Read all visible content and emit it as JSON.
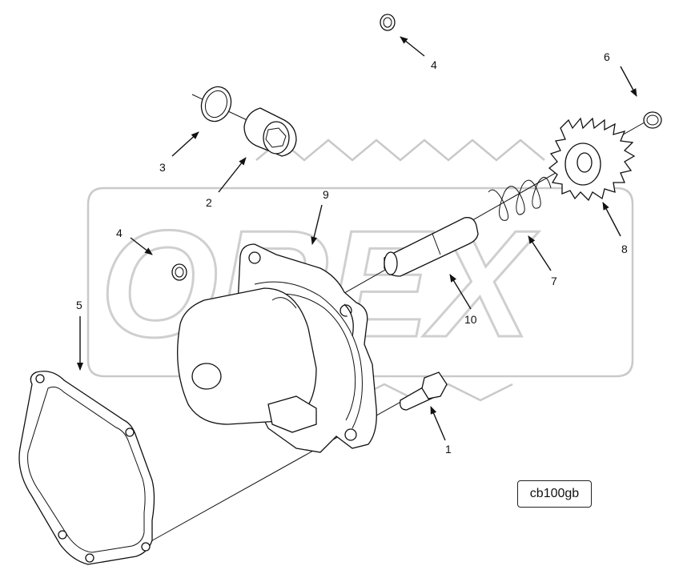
{
  "diagram_ref": "cb100gb",
  "watermark": "OREX",
  "callouts": [
    {
      "id": "1",
      "text": "1"
    },
    {
      "id": "2",
      "text": "2"
    },
    {
      "id": "3",
      "text": "3"
    },
    {
      "id": "4a",
      "text": "4"
    },
    {
      "id": "4b",
      "text": "4"
    },
    {
      "id": "5",
      "text": "5"
    },
    {
      "id": "6",
      "text": "6"
    },
    {
      "id": "7",
      "text": "7"
    },
    {
      "id": "8",
      "text": "8"
    },
    {
      "id": "9",
      "text": "9"
    },
    {
      "id": "10",
      "text": "10"
    }
  ]
}
